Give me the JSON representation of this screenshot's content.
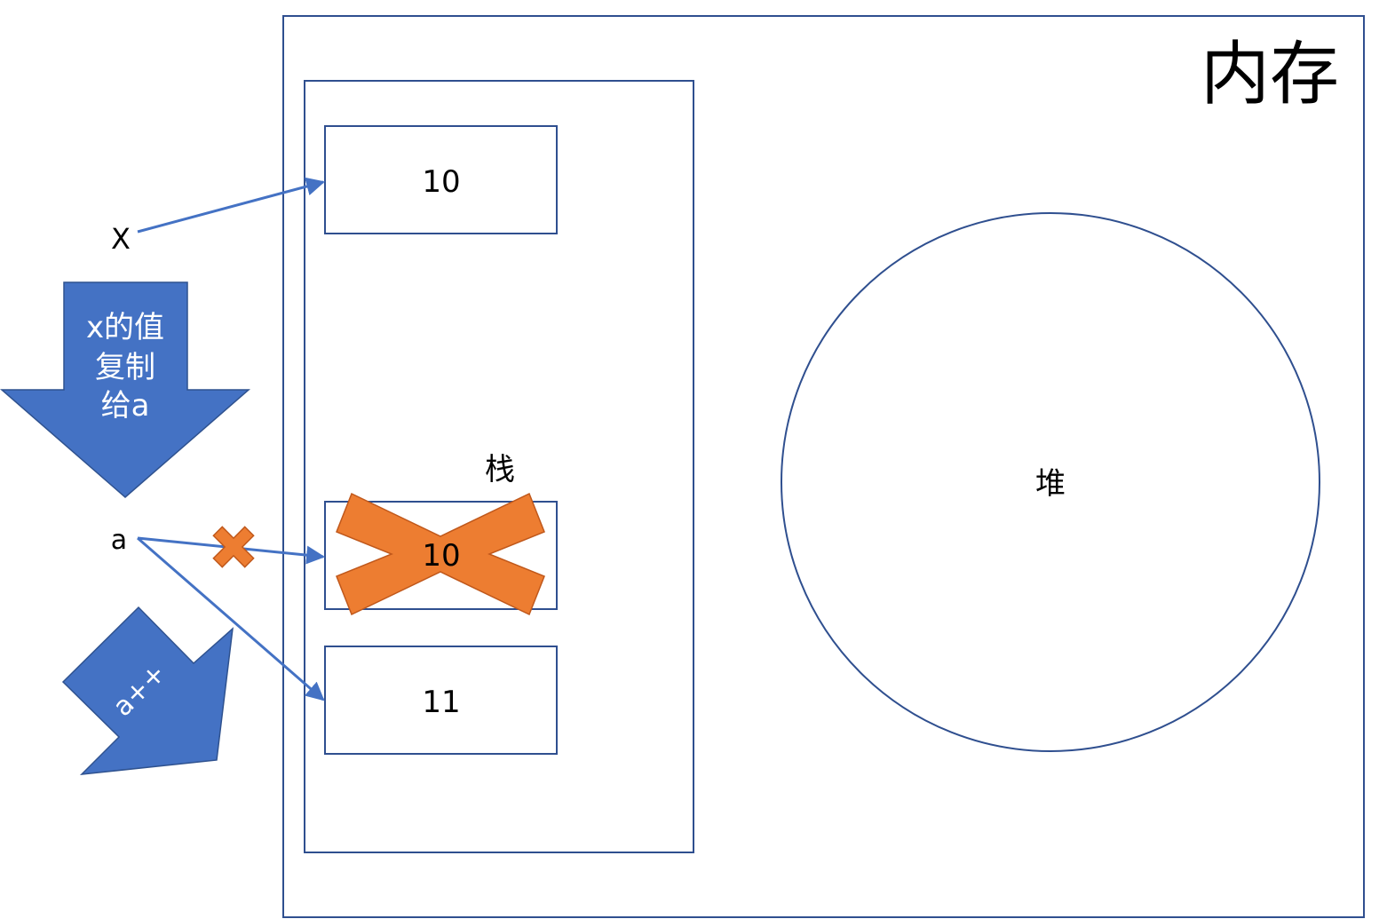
{
  "memory_label": "内存",
  "stack_label": "栈",
  "heap_label": "堆",
  "var_x": "X",
  "var_a": "a",
  "stack_slots": [
    "10",
    "10",
    "11"
  ],
  "copy_arrow": [
    "x的值",
    "复制",
    "给a"
  ],
  "increment_arrow": "a++",
  "colors": {
    "border": "#2f4f8f",
    "arrow": "#4472c4",
    "cross": "#ed7d31",
    "cross_stroke": "#c0581b"
  }
}
